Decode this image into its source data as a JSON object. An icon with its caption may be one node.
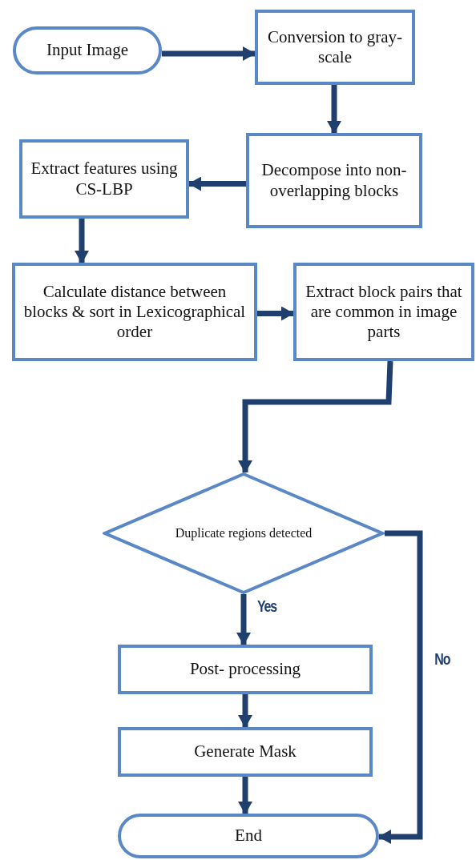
{
  "diagram": {
    "nodes": [
      {
        "text": [
          "Input Image"
        ]
      },
      {
        "text": [
          "Conversion to gray-scale"
        ]
      },
      {
        "text": [
          "Decompose into non-overlapping blocks"
        ]
      },
      {
        "text": [
          "Extract features using CS-LBP"
        ]
      },
      {
        "text": [
          "Calculate distance between blocks & sort in Lexicographical order"
        ]
      },
      {
        "text": [
          "Extract block pairs that are common in image parts"
        ]
      },
      {
        "text": [
          "Duplicate regions detected"
        ]
      },
      {
        "text": [
          "Post- processing"
        ]
      },
      {
        "text": [
          "Generate Mask"
        ]
      },
      {
        "text": [
          "End"
        ]
      }
    ],
    "edges": [
      {
        "from": 0,
        "to": 1,
        "arrow": "to"
      },
      {
        "from": 1,
        "to": 2,
        "arrow": "to"
      },
      {
        "from": 2,
        "to": 3,
        "arrow": "to"
      },
      {
        "from": 3,
        "to": 4,
        "arrow": "to"
      },
      {
        "from": 4,
        "to": 5,
        "arrow": "to"
      },
      {
        "from": 5,
        "to": 6,
        "arrow": "to"
      },
      {
        "from": 6,
        "to": 7,
        "arrow": "to",
        "label": "Yes"
      },
      {
        "from": 7,
        "to": 8,
        "arrow": "to"
      },
      {
        "from": 8,
        "to": 9,
        "arrow": "to"
      },
      {
        "from": 6,
        "to": 9,
        "arrow": "to",
        "label": "No"
      }
    ]
  }
}
